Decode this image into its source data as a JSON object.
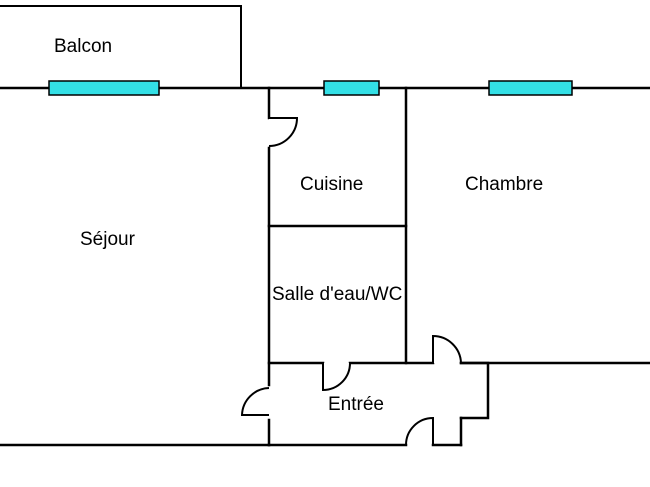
{
  "rooms": {
    "balcon": "Balcon",
    "sejour": "Séjour",
    "cuisine": "Cuisine",
    "chambre": "Chambre",
    "salle_eau": "Salle d'eau/WC",
    "entree": "Entrée"
  },
  "colors": {
    "wall": "#000000",
    "window": "#33e0e6",
    "background": "#ffffff"
  }
}
